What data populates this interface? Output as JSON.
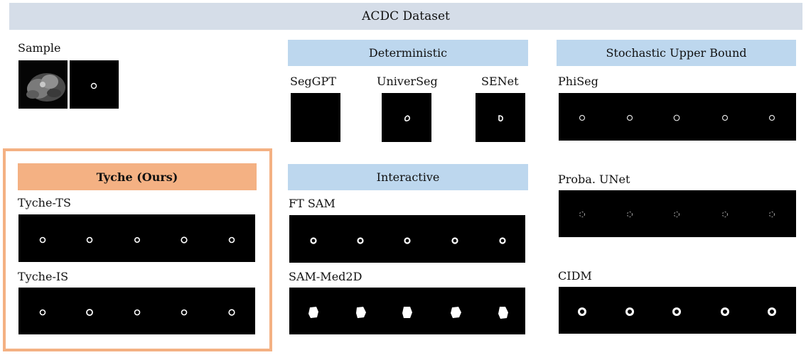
{
  "title": "ACDC Dataset",
  "sample": {
    "label": "Sample"
  },
  "headers": {
    "deterministic": "Deterministic",
    "stochastic": "Stochastic Upper Bound",
    "interactive": "Interactive",
    "tyche": "Tyche (Ours)"
  },
  "labels": {
    "seggpt": "SegGPT",
    "universeg": "UniverSeg",
    "senet": "SENet",
    "phiseg": "PhiSeg",
    "probaunet": "Proba. UNet",
    "cidm": "CIDM",
    "ftsam": "FT SAM",
    "sammed2d": "SAM-Med2D",
    "tychets": "Tyche-TS",
    "tycheis": "Tyche-IS"
  },
  "colors": {
    "banner": "#d5dde8",
    "blue_header": "#bdd7ee",
    "orange_header": "#f4b183",
    "mask_background": "#000000",
    "mask_foreground": "#ffffff"
  }
}
